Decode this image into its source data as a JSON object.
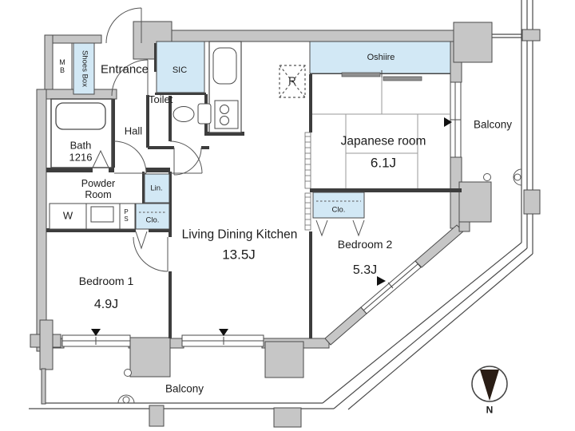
{
  "colors": {
    "closet_fill": "#d2e8f5",
    "wall_fill": "#c6c6c6",
    "wall_line": "#4a4a4a",
    "interior_wall": "#3d3d3d",
    "marker": "#111111",
    "compass_needle": "#2a1d15"
  },
  "rooms": {
    "entrance": {
      "label": "Entrance"
    },
    "shoes_box": {
      "label": "Shoes Box"
    },
    "mb": {
      "label": "M\nB"
    },
    "sic": {
      "label": "SIC"
    },
    "toilet": {
      "label": "Toilet"
    },
    "hall": {
      "label": "Hall"
    },
    "bath": {
      "label": "Bath\n1216"
    },
    "powder": {
      "label": "Powder\nRoom"
    },
    "washer": {
      "label": "W"
    },
    "ps": {
      "label": "P\nS"
    },
    "lin": {
      "label": "Lin."
    },
    "clo_bedroom1": {
      "label": "Clo."
    },
    "clo_bedroom2": {
      "label": "Clo."
    },
    "ldk": {
      "label": "Living Dining Kitchen",
      "area": "13.5J"
    },
    "japanese": {
      "label": "Japanese room",
      "area": "6.1J"
    },
    "bedroom1": {
      "label": "Bedroom 1",
      "area": "4.9J"
    },
    "bedroom2": {
      "label": "Bedroom 2",
      "area": "5.3J"
    },
    "oshiire": {
      "label": "Oshiire"
    },
    "refrigerator": {
      "label": "R"
    },
    "balcony_right": {
      "label": "Balcony"
    },
    "balcony_bottom": {
      "label": "Balcony"
    },
    "compass": {
      "label": "N"
    }
  }
}
